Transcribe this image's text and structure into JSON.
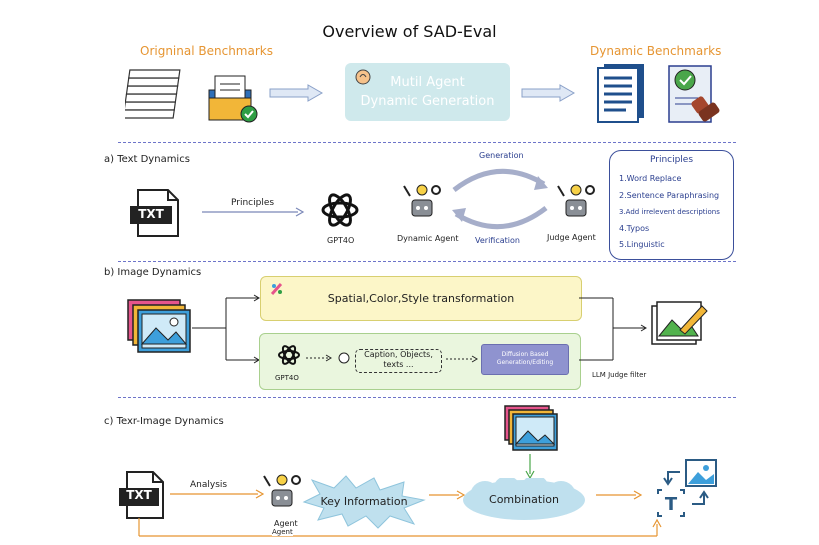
{
  "title": "Overview of SAD-Eval",
  "top": {
    "original_label": "Origninal Benchmarks",
    "dynamic_label": "Dynamic Benchmarks",
    "center_box": "Mutil Agent\nDynamic Generation"
  },
  "text_dynamics": {
    "heading": "a) Text Dynamics",
    "txt": "TXT",
    "principles_arrow": "Principles",
    "gpt_label": "GPT4O",
    "dynamic_agent": "Dynamic Agent",
    "judge_agent": "Judge Agent",
    "generation": "Generation",
    "verification": "Verification",
    "principles_box": {
      "title": "Principles",
      "items": [
        "1.Word Replace",
        "2.Sentence Paraphrasing",
        "3.Add irrelevent descriptions",
        "4.Typos",
        "5.Linguistic"
      ]
    }
  },
  "image_dynamics": {
    "heading": "b) Image Dynamics",
    "transform": "Spatial,Color,Style transformation",
    "gpt_label": "GPT4O",
    "caption": "Caption, Objects,\ntexts ...",
    "diffusion": "Diffusion Based\nGeneration/Editing",
    "judge": "LLM Judge filter"
  },
  "text_image_dynamics": {
    "heading": "c) Texr-Image Dynamics",
    "txt": "TXT",
    "analysis": "Analysis",
    "agent": "Agent",
    "agent_bottom": "Agent",
    "key_information": "Key Information",
    "combination": "Combination"
  },
  "colors": {
    "orange": "#e69532",
    "navy": "#2b3f8f",
    "dashed": "#6d74c9",
    "mag_box": "#cfe9ec",
    "yellow_box": "#fcf6c8",
    "green_box": "#eaf6de",
    "diffusion_box": "#8f93cf",
    "bubble": "#bfe0ee"
  },
  "icons": [
    "stacked-documents-icon",
    "folder-check-icon",
    "documents-icon",
    "certificate-stamp-icon",
    "robot-agent-icon",
    "openai-logo-icon",
    "image-stack-icon",
    "palette-icon",
    "image-edit-icon",
    "txt-file-icon",
    "text-image-icon"
  ]
}
